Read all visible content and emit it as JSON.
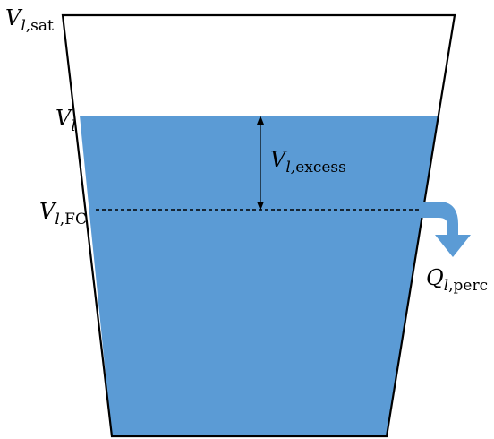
{
  "labels": {
    "v_sat": {
      "symbol": "V",
      "sub_italic": "l",
      "sub_rest": ",sat"
    },
    "v_l": {
      "symbol": "V",
      "sub_italic": "l",
      "sub_rest": ""
    },
    "v_fc": {
      "symbol": "V",
      "sub_italic": "l",
      "sub_rest": ",FC"
    },
    "v_excess": {
      "symbol": "V",
      "sub_italic": "l,",
      "sub_rest": "excess"
    },
    "q_perc": {
      "symbol": "Q",
      "sub_italic": "l",
      "sub_rest": ",perc"
    }
  },
  "colors": {
    "water": "#5b9bd5",
    "outline": "#000000",
    "arrow": "#5b9bd5"
  }
}
